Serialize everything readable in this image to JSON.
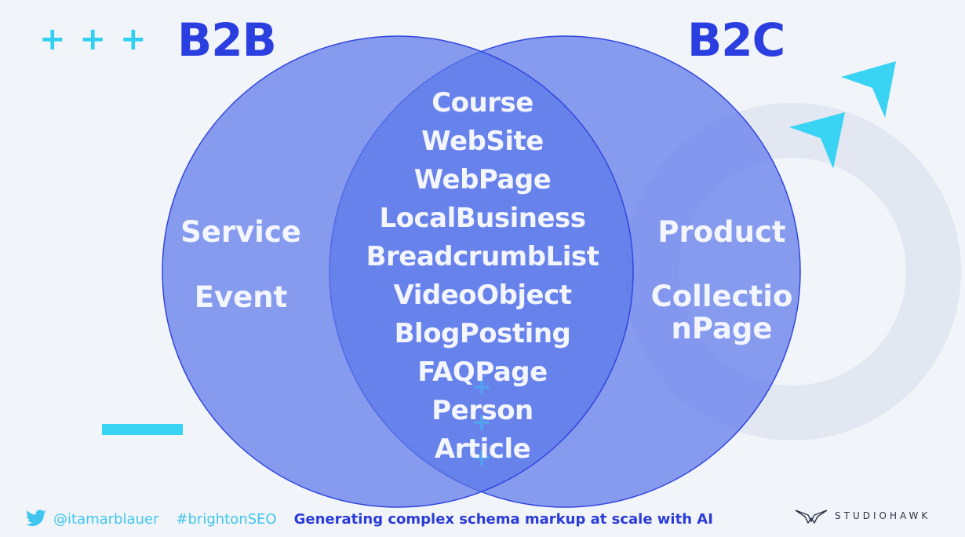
{
  "headings": {
    "left": "B2B",
    "right": "B2C"
  },
  "left_items": [
    "Service",
    "Event"
  ],
  "right_items": [
    "Product",
    "Collectio\nnPage"
  ],
  "shared_items": [
    "Course",
    "WebSite",
    "WebPage",
    "LocalBusiness",
    "BreadcrumbList",
    "VideoObject",
    "BlogPosting",
    "FAQPage",
    "Person",
    "Article"
  ],
  "footer": {
    "handle": "@itamarblauer",
    "hashtag": "#brightonSEO",
    "talk_title": "Generating complex schema markup at scale with AI",
    "brand": "STUDIOHAWK"
  },
  "colors": {
    "heading": "#2b3fe0",
    "accent_cyan": "#39d3f4",
    "circle_fill": "#5f7bea",
    "overlap_fill": "#4f63e8"
  },
  "decorations": {
    "plus_count": 3,
    "plus_glyph": "+"
  }
}
